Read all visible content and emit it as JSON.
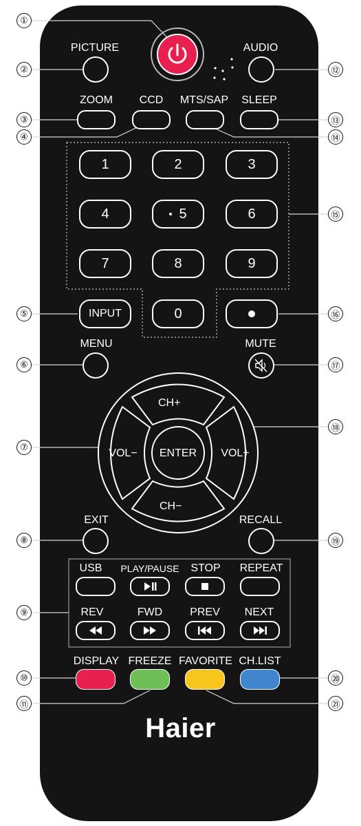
{
  "remote": {
    "brand": "Haier",
    "labels": {
      "picture": "PICTURE",
      "audio": "AUDIO",
      "zoom": "ZOOM",
      "ccd": "CCD",
      "mts_sap": "MTS/SAP",
      "sleep": "SLEEP",
      "input": "INPUT",
      "menu": "MENU",
      "mute": "MUTE",
      "ch_plus": "CH+",
      "ch_minus": "CH−",
      "vol_minus": "VOL−",
      "vol_plus": "VOL+",
      "enter": "ENTER",
      "exit": "EXIT",
      "recall": "RECALL",
      "usb": "USB",
      "play_pause": "PLAY/PAUSE",
      "stop": "STOP",
      "repeat": "REPEAT",
      "rev": "REV",
      "fwd": "FWD",
      "prev": "PREV",
      "next": "NEXT",
      "display": "DISPLAY",
      "freeze": "FREEZE",
      "favorite": "FAVORITE",
      "ch_list": "CH.LIST"
    },
    "digits": [
      "1",
      "2",
      "3",
      "4",
      "5",
      "6",
      "7",
      "8",
      "9",
      "0"
    ],
    "colors": {
      "body": "#141414",
      "power": "#e8204f",
      "display": "#e8204f",
      "freeze": "#6fbf57",
      "favorite": "#f7c51b",
      "ch_list": "#3f86cf"
    },
    "icons": {
      "power": "power-icon",
      "mute": "speaker-muted-icon",
      "dot": "dot-icon",
      "play_pause": "play-pause-icon",
      "stop": "stop-icon",
      "rev": "rewind-icon",
      "fwd": "fast-forward-icon",
      "prev": "skip-previous-icon",
      "next": "skip-next-icon"
    }
  },
  "callouts": [
    "①",
    "②",
    "③",
    "④",
    "⑤",
    "⑥",
    "⑦",
    "⑧",
    "⑨",
    "⑩",
    "⑪",
    "⑫",
    "⑬",
    "⑭",
    "⑮",
    "⑯",
    "⑰",
    "⑱",
    "⑲",
    "⑳",
    "㉑"
  ]
}
